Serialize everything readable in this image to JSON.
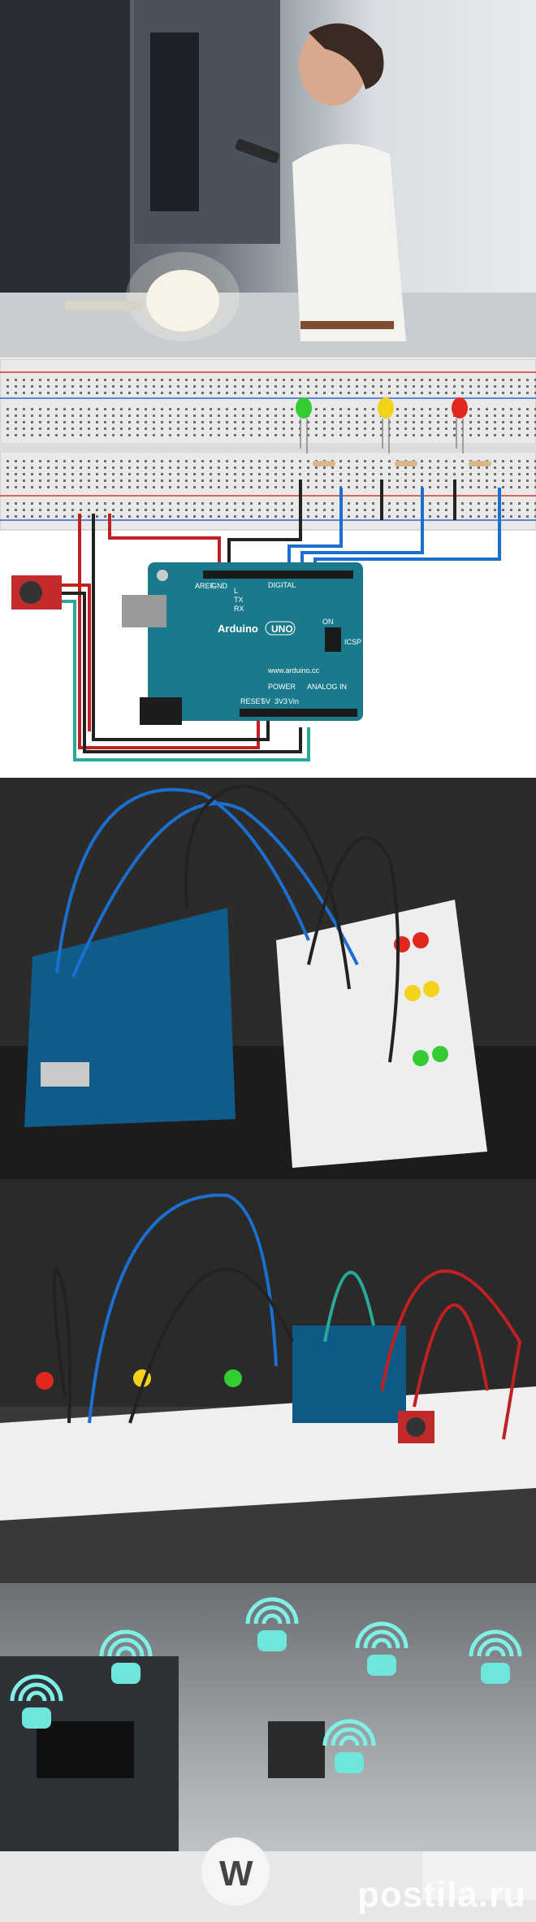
{
  "board": {
    "brand": "Arduino",
    "model": "UNO",
    "website": "www.arduino.cc",
    "labels": {
      "digital": "DIGITAL",
      "analog": "ANALOG IN",
      "power": "POWER",
      "icsp": "ICSP",
      "on": "ON",
      "tx": "TX",
      "rx": "RX",
      "l": "L",
      "gnd": "GND",
      "aref": "AREF",
      "vin": "Vin",
      "reset": "RESET",
      "v5": "5V",
      "v33": "3V3"
    }
  },
  "leds": [
    {
      "color_name": "green",
      "hex": "#33cc33"
    },
    {
      "color_name": "yellow",
      "hex": "#f2d21b"
    },
    {
      "color_name": "red",
      "hex": "#e0281e"
    }
  ],
  "wires": {
    "red": "#c0201f",
    "black": "#222222",
    "blue": "#1a6fd0",
    "teal": "#2aa89a"
  },
  "watermark": "postila.ru",
  "icons": [
    "radio-icon",
    "tv-icon",
    "lamp-icon",
    "heater-icon",
    "kettle-icon",
    "tablet-icon"
  ],
  "logo_letter": "W"
}
